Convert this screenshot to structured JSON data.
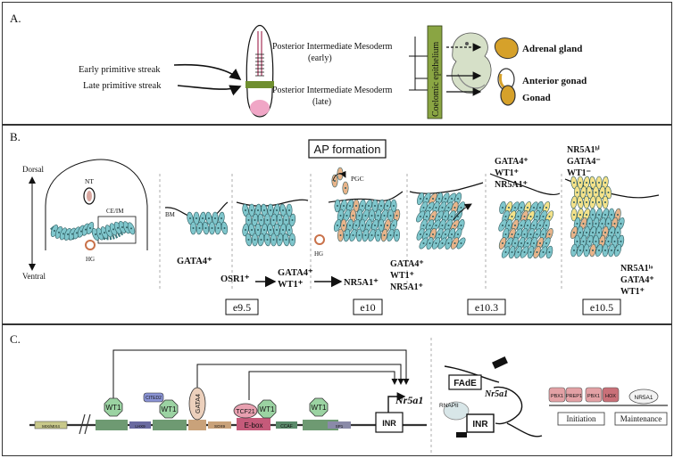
{
  "panel_a": {
    "label": "A.",
    "early_streak": "Early primitive streak",
    "late_streak": "Late primitive streak",
    "pim_early_1": "Posterior Intermediate Mesoderm",
    "pim_early_2": "(early)",
    "pim_late_1": "Posterior Intermediate Mesoderm",
    "pim_late_2": "(late)",
    "coelomic": "Coelomic epithelium",
    "adrenal": "Adrenal gland",
    "anterior_gonad": "Anterior gonad",
    "gonad": "Gonad"
  },
  "panel_b": {
    "label": "B.",
    "title": "AP formation",
    "dorsal": "Dorsal",
    "ventral": "Ventral",
    "nt": "NT",
    "ceim": "CE/IM",
    "hg": "HG",
    "bm": "BM",
    "pgc": "PGC",
    "hg2": "HG",
    "gata4_only": "GATA4⁺",
    "osr1": "OSR1⁺",
    "gata4_wt1_a": "GATA4⁺",
    "gata4_wt1_b": "WT1⁺",
    "nr5a1": "NR5A1⁺",
    "stage3_a": "GATA4⁺",
    "stage3_b": "WT1⁺",
    "stage3_c": "NR5A1⁺",
    "stage4_a": "GATA4⁺",
    "stage4_b": "WT1⁺",
    "stage4_c": "NR5A1⁺",
    "stage5_top_a": "NR5A1ʰⁱ",
    "stage5_top_b": "GATA4⁻",
    "stage5_top_c": "WT1⁻",
    "stage5_bot_a": "NR5A1ˡᵒ",
    "stage5_bot_b": "GATA4⁺",
    "stage5_bot_c": "WT1⁺",
    "e95": "e9.5",
    "e10": "e10",
    "e103": "e10.3",
    "e105": "e10.5"
  },
  "panel_c": {
    "label": "C.",
    "gene": "Nr5a1",
    "gene2": "Nr5a1",
    "inr": "INR",
    "inr2": "INR",
    "fade": "FAdE",
    "rnapii": "RNAPII",
    "mix": "MIX/MIX4",
    "wt1_a": "WT1",
    "wt1_b": "WT1",
    "wt1_c": "WT1",
    "wt1_d": "WT1",
    "lhx9": "LHX9",
    "cited2": "CITED2",
    "gata4": "GATA4",
    "sox9": "SOX9",
    "tcf21": "TCF21",
    "ebox": "E-box",
    "ccaf": "CCAF",
    "sp1": "SP1",
    "pbx1_a": "PBX1",
    "prep1": "PREP1",
    "pbx1_b": "PBX1",
    "hox": "HOX",
    "nr5a1_box": "NR5A1",
    "initiation": "Initiation",
    "maintenance": "Maintenance"
  },
  "colors": {
    "green_box": "#7f9a3a",
    "teal_cell": "#7fc6cc",
    "peach_cell": "#e8b48a",
    "yellow_cell": "#f4e28a",
    "gonad_yellow": "#d9a62b",
    "wt1_green": "#9bd1a6",
    "tcf21_pink": "#e79aa8",
    "gata4_peach": "#e9c6b0",
    "pbx_pink": "#e3a1a5"
  }
}
